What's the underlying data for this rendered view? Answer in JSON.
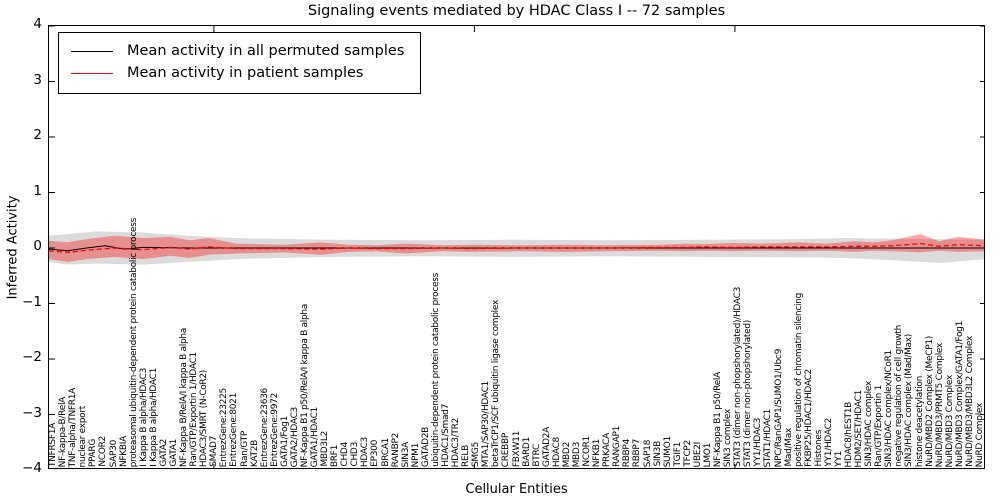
{
  "title": "Signaling events mediated by HDAC Class I -- 72 samples",
  "legend": {
    "items": [
      {
        "label": "Mean activity in all permuted samples",
        "color": "#000000"
      },
      {
        "label": "Mean activity in patient samples",
        "color": "#ff0000"
      }
    ]
  },
  "axes": {
    "ylabel": "Inferred Activity",
    "xlabel": "Cellular Entities",
    "ylim": [
      -4,
      4
    ],
    "yticks": [
      4,
      3,
      2,
      1,
      0,
      -1,
      -2,
      -3,
      -4
    ],
    "xticks_fraction": [
      0.176,
      0.454,
      0.732
    ],
    "grid": false
  },
  "colors": {
    "permuted_line": "#000000",
    "patient_line": "#ff0000",
    "patient_band": "#ff0000",
    "patient_band_opacity": 0.35,
    "permuted_band": "#000000",
    "permuted_band_opacity": 0.14,
    "text": "#000000"
  },
  "chart_data": {
    "type": "line",
    "title": "Signaling events mediated by HDAC Class I -- 72 samples",
    "xlabel": "Cellular Entities",
    "ylabel": "Inferred Activity",
    "ylim": [
      -4,
      4
    ],
    "legend_position": "upper left",
    "categories": [
      "TNFRSF1A",
      "NF-kappa-B/RelA",
      "TNF-alpha/TNFR1A",
      "nuclear export",
      "PPARG",
      "NCOR2",
      "SAP30",
      "NFKBIA",
      "proteasomal ubiquitin-dependent protein catabolic process",
      "I Kappa B alpha/HDAC3",
      "I Kappa B alpha/HDAC1",
      "GATA2",
      "GATA1",
      "NF-Kappa B/RelA/I kappa B alpha",
      "Ran/GTP/Exportin 1/HDAC1",
      "HDAC3/SMRT (N-CoR2)",
      "SMAD7",
      "EntrezGene:23225",
      "EntrezGene:8021",
      "Ran/GTP",
      "KAT2B",
      "EntrezGene:23636",
      "EntrezGene:9972",
      "GATA1/Fog1",
      "GATA2/HDAC3",
      "NF-Kappa B1 p50/RelA/I kappa B alpha",
      "GATA1/HDAC1",
      "MBD3L2",
      "BRF1",
      "CHD4",
      "CHD3",
      "HDAC3",
      "EP300",
      "BRCA1",
      "RANBP2",
      "SIN3A",
      "NPM1",
      "GATAD2B",
      "ubiquitin-dependent protein catabolic process",
      "HDAC1/Smad7",
      "HDAC3/TR2",
      "RELB",
      "SMG5",
      "MTA1/SAP30/HDAC1",
      "betaTrCP1/SCF ubiquitin ligase complex",
      "CREBBP",
      "FBXW11",
      "BARD1",
      "BTRC",
      "GATAD2A",
      "HDAC8",
      "MBD2",
      "MBD3",
      "NCOR1",
      "NFKB1",
      "PRKACA",
      "RANGAP1",
      "RBBP4",
      "RBBP7",
      "SAP18",
      "SIN3B",
      "SUMO1",
      "TGIF1",
      "TFCP2",
      "UBE2I",
      "LMO1",
      "NF-Kappa B1 p50/RelA",
      "SIN3 complex",
      "STAT3 (dimer non-phopshorylated)/HDAC3",
      "STAT3 (dimer non-phopshorylated)",
      "YY1/HDAC3",
      "STAT1/HDAC1",
      "NPC/RanGAP1/SUMO1/Ubc9",
      "Mad/Max",
      "positive regulation of chromatin silencing",
      "FKBP25/HDAC1/HDAC2",
      "Histones",
      "YY1/HDAC2",
      "YY1",
      "HDAC8/hEST1B",
      "HDM2/SET/HDAC1",
      "SIN3/HDAC complex",
      "Ran/GTP/Exportin 1",
      "SIN3/HDAC complex/NCoR1",
      "negative regulation of cell growth",
      "SIN3/HDAC complex (Mad/Max)",
      "histone deacetylation",
      "NuRD/MBD2 Complex (MeCP1)",
      "NuRD/MBD3/PRMT5 Complex",
      "NuRD/MBD3 Complex",
      "NuRD/MBD3 Complex/GATA1/Fog1",
      "NuRD/MBD3/MBD3L2 Complex",
      "NuRD Complex"
    ],
    "series": [
      {
        "name": "Mean activity in all permuted samples",
        "style": "solid",
        "color": "#000000",
        "x": [
          0,
          0.02,
          0.04,
          0.06,
          0.08,
          0.1,
          0.15,
          0.2,
          0.3,
          0.5,
          0.7,
          0.9,
          1.0
        ],
        "y": [
          -0.02,
          -0.05,
          0.0,
          0.04,
          -0.02,
          0.01,
          0.0,
          0.0,
          0.0,
          0.0,
          0.0,
          0.0,
          0.0
        ]
      },
      {
        "name": "Mean activity in patient samples",
        "style": "dashed",
        "color": "#ff0000",
        "x": [
          0,
          0.02,
          0.04,
          0.07,
          0.1,
          0.13,
          0.15,
          0.17,
          0.2,
          0.25,
          0.29,
          0.32,
          0.35,
          0.38,
          0.42,
          0.45,
          0.5,
          0.55,
          0.6,
          0.65,
          0.68,
          0.7,
          0.73,
          0.76,
          0.8,
          0.83,
          0.86,
          0.88,
          0.9,
          0.93,
          0.95,
          0.97,
          1.0
        ],
        "y": [
          -0.05,
          -0.08,
          -0.04,
          0.0,
          -0.03,
          0.01,
          -0.02,
          0.02,
          -0.01,
          -0.01,
          -0.02,
          0.0,
          -0.01,
          -0.01,
          0.0,
          -0.01,
          0.0,
          0.0,
          0.0,
          0.01,
          0.01,
          0.02,
          0.01,
          0.02,
          0.02,
          0.02,
          0.03,
          0.03,
          0.04,
          0.08,
          0.03,
          0.06,
          0.04
        ]
      }
    ],
    "bands": [
      {
        "name": "permuted-null-band",
        "color": "#000000",
        "opacity": 0.14,
        "x": [
          0,
          0.02,
          0.05,
          0.1,
          0.15,
          0.2,
          0.3,
          0.4,
          0.5,
          0.6,
          0.7,
          0.8,
          0.85,
          0.9,
          0.95,
          1.0
        ],
        "hi": [
          0.22,
          0.25,
          0.3,
          0.28,
          0.22,
          0.18,
          0.15,
          0.14,
          0.15,
          0.14,
          0.15,
          0.16,
          0.18,
          0.17,
          0.16,
          0.15
        ],
        "lo": [
          -0.25,
          -0.3,
          -0.28,
          -0.3,
          -0.25,
          -0.2,
          -0.16,
          -0.15,
          -0.16,
          -0.15,
          -0.16,
          -0.17,
          -0.18,
          -0.22,
          -0.27,
          -0.2
        ]
      },
      {
        "name": "patient-band",
        "color": "#ff0000",
        "opacity": 0.35,
        "x": [
          0,
          0.02,
          0.04,
          0.07,
          0.1,
          0.13,
          0.15,
          0.17,
          0.2,
          0.25,
          0.29,
          0.32,
          0.35,
          0.38,
          0.42,
          0.45,
          0.5,
          0.55,
          0.6,
          0.65,
          0.68,
          0.7,
          0.73,
          0.76,
          0.8,
          0.83,
          0.86,
          0.88,
          0.9,
          0.93,
          0.95,
          0.97,
          1.0
        ],
        "hi": [
          0.13,
          0.1,
          0.16,
          0.22,
          0.18,
          0.2,
          0.14,
          0.18,
          0.08,
          0.06,
          0.1,
          0.06,
          0.05,
          0.08,
          0.05,
          0.06,
          0.05,
          0.06,
          0.05,
          0.06,
          0.08,
          0.07,
          0.09,
          0.08,
          0.1,
          0.08,
          0.12,
          0.1,
          0.14,
          0.25,
          0.12,
          0.2,
          0.15
        ],
        "lo": [
          -0.2,
          -0.25,
          -0.2,
          -0.16,
          -0.2,
          -0.14,
          -0.18,
          -0.12,
          -0.1,
          -0.08,
          -0.12,
          -0.07,
          -0.06,
          -0.1,
          -0.06,
          -0.07,
          -0.06,
          -0.07,
          -0.06,
          -0.05,
          -0.06,
          -0.05,
          -0.06,
          -0.05,
          -0.06,
          -0.05,
          -0.07,
          -0.05,
          -0.06,
          -0.08,
          -0.05,
          -0.07,
          -0.06
        ]
      }
    ]
  }
}
